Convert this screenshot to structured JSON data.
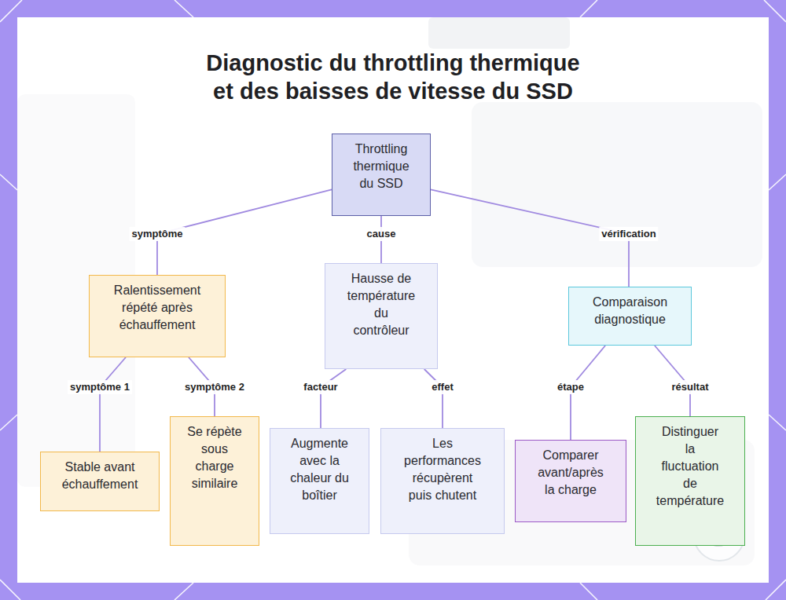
{
  "diagram": {
    "title": "Diagnostic du throttling thermique et des baisses de vitesse du SSD",
    "nodes": [
      {
        "text": [
          "Throttling thermique du SSD"
        ]
      },
      {
        "text": [
          "Ralentissement répété après échauffement"
        ]
      },
      {
        "text": [
          "Stable avant échauffement"
        ]
      },
      {
        "text": [
          "Se répète sous charge similaire"
        ]
      },
      {
        "text": [
          "Hausse de température du contrôleur"
        ]
      },
      {
        "text": [
          "Augmente avec la chaleur du boîtier"
        ]
      },
      {
        "text": [
          "Les performances récupèrent puis chutent"
        ]
      },
      {
        "text": [
          "Comparaison diagnostique"
        ]
      },
      {
        "text": [
          "Comparer avant/après la charge"
        ]
      },
      {
        "text": [
          "Distinguer la fluctuation de température"
        ]
      }
    ],
    "edges": [
      {
        "from": 0,
        "to": 1,
        "label": "symptôme",
        "arrow": "none"
      },
      {
        "from": 0,
        "to": 4,
        "label": "cause",
        "arrow": "none"
      },
      {
        "from": 0,
        "to": 7,
        "label": "vérification",
        "arrow": "none"
      },
      {
        "from": 1,
        "to": 2,
        "label": "symptôme 1",
        "arrow": "none"
      },
      {
        "from": 1,
        "to": 3,
        "label": "symptôme 2",
        "arrow": "none"
      },
      {
        "from": 4,
        "to": 5,
        "label": "facteur",
        "arrow": "none"
      },
      {
        "from": 4,
        "to": 6,
        "label": "effet",
        "arrow": "none"
      },
      {
        "from": 7,
        "to": 8,
        "label": "étape",
        "arrow": "none"
      },
      {
        "from": 7,
        "to": 9,
        "label": "résultat",
        "arrow": "none"
      }
    ]
  }
}
